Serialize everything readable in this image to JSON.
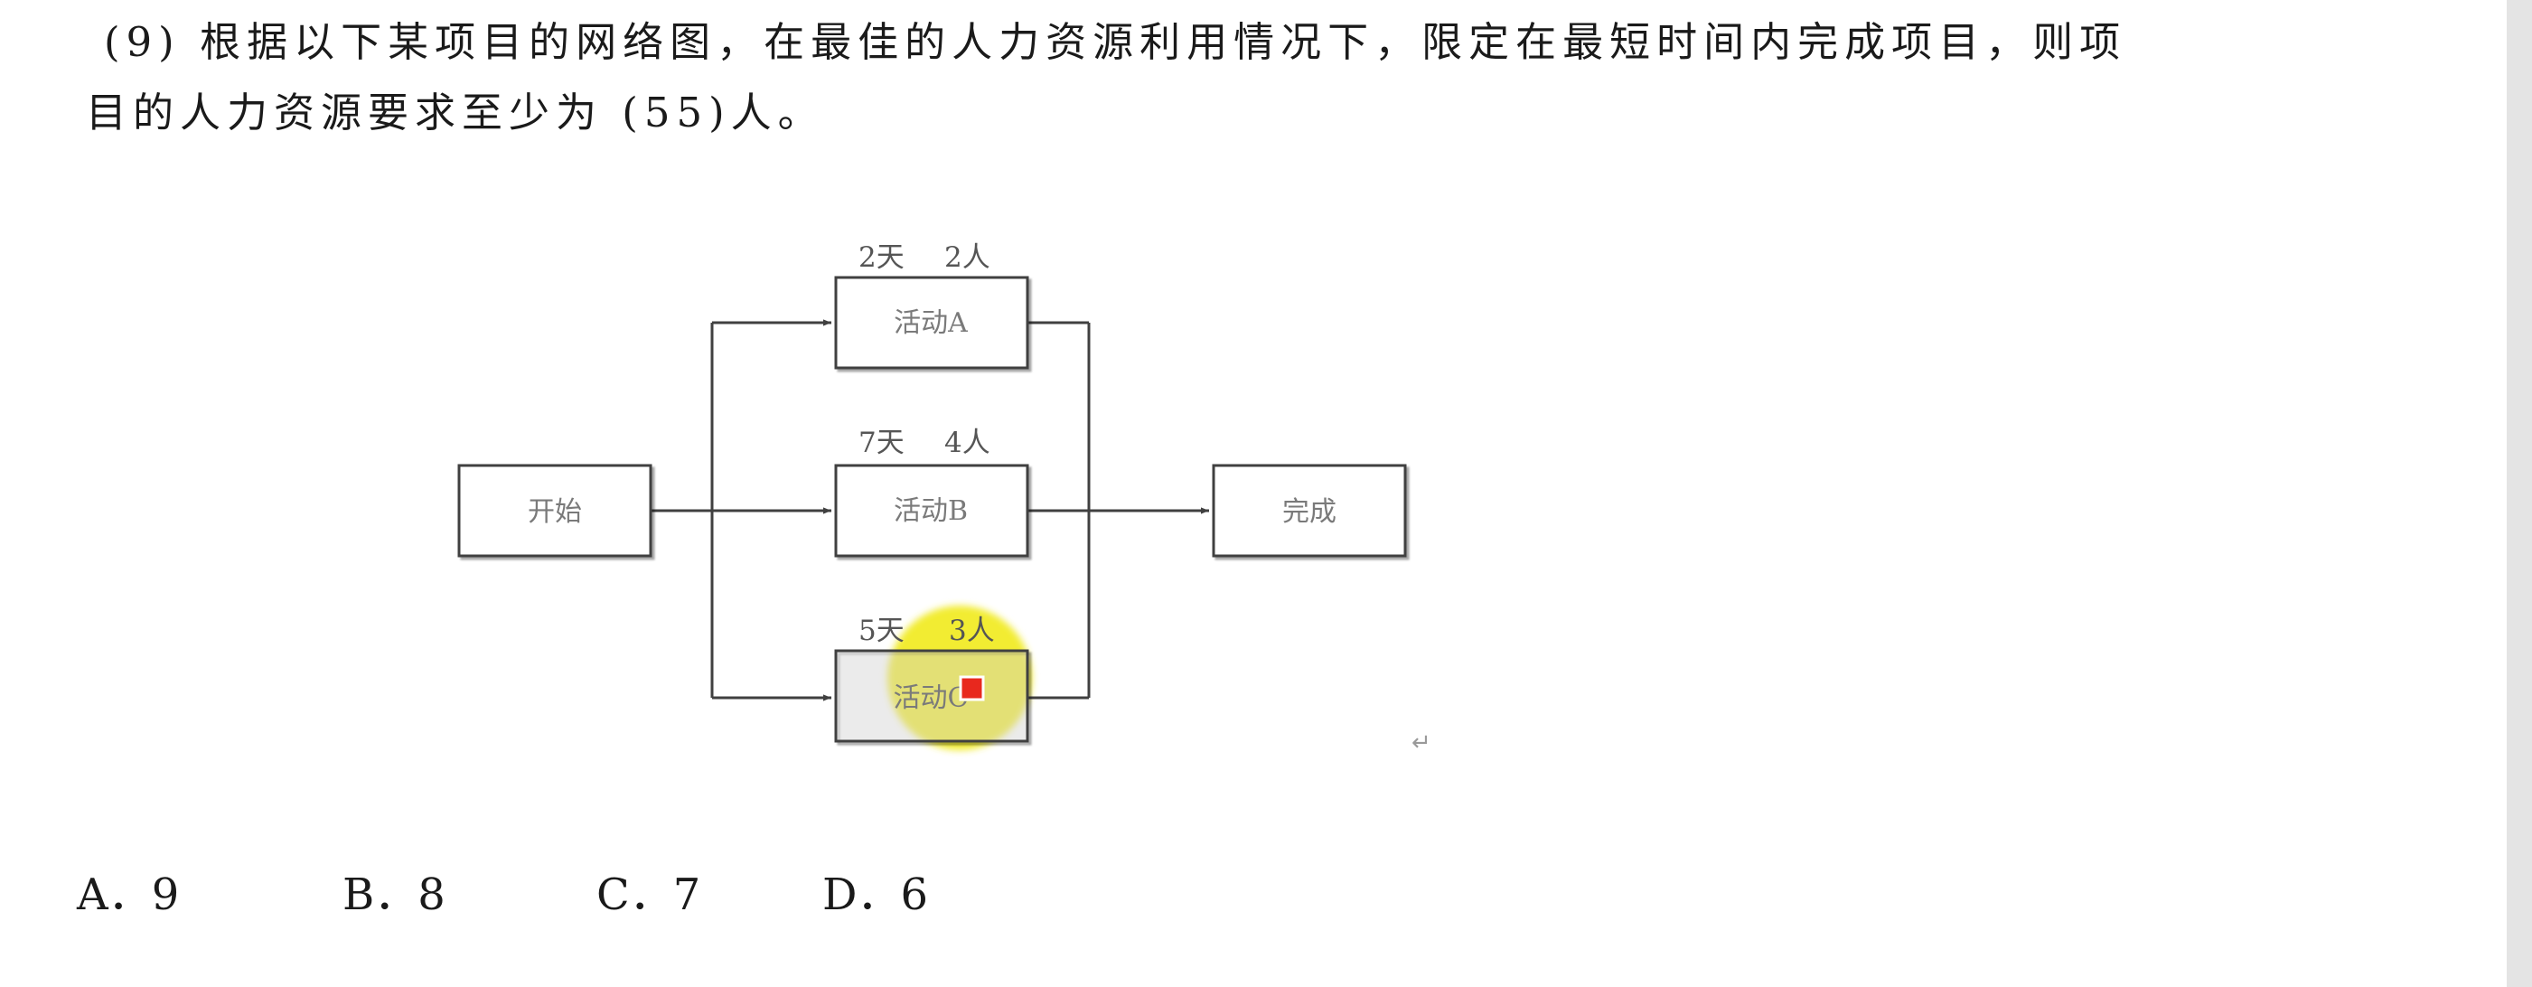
{
  "question": {
    "number": "(9)",
    "line1": "根据以下某项目的网络图，在最佳的人力资源利用情况下，限定在最短时间内完成项目，则项",
    "line2": "目的人力资源要求至少为 (55)人。"
  },
  "diagram": {
    "start": "开始",
    "end": "完成",
    "activities": [
      {
        "days": "2天",
        "people": "2人",
        "label": "活动A"
      },
      {
        "days": "7天",
        "people": "4人",
        "label": "活动B"
      },
      {
        "days": "5天",
        "people": "3人",
        "label": "活动C"
      }
    ],
    "return_mark": "↵"
  },
  "options": [
    {
      "letter": "A",
      "value": "9"
    },
    {
      "letter": "B",
      "value": "8"
    },
    {
      "letter": "C",
      "value": "7"
    },
    {
      "letter": "D",
      "value": "6"
    }
  ],
  "colors": {
    "highlight": "#f2ec32",
    "cursor": "#e8281e",
    "line": "#404040",
    "box_text": "#7a7a7a"
  }
}
